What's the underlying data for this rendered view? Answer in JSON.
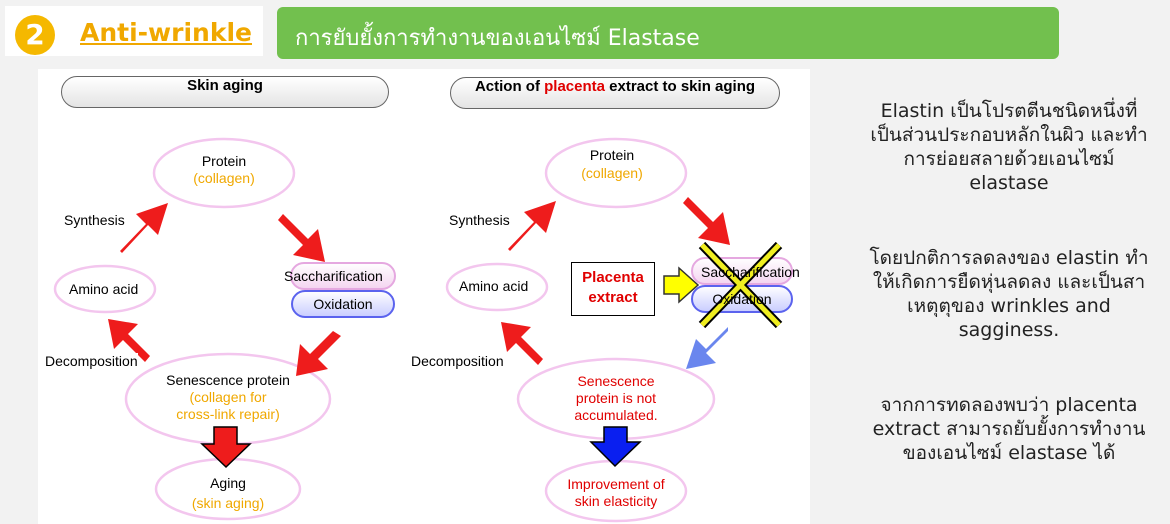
{
  "badge": {
    "number": "2",
    "title": "Anti-wrinkle"
  },
  "topic": "การยับยั้งการทำงานของเอนไซม์ Elastase",
  "left_diagram": {
    "header": "Skin aging",
    "protein": "Protein",
    "protein_sub": "(collagen)",
    "synthesis": "Synthesis",
    "amino_acid": "Amino acid",
    "saccharification": "Saccharification",
    "oxidation": "Oxidation",
    "decomposition": "Decomposition",
    "senescence": "Senescence protein",
    "senescence_sub1": "(collagen for",
    "senescence_sub2": "cross-link repair)",
    "aging": "Aging",
    "aging_sub": "(skin aging)"
  },
  "right_diagram": {
    "header_pre": "Action of ",
    "header_red": "placenta",
    "header_post": " extract to skin aging",
    "protein": "Protein",
    "protein_sub": "(collagen)",
    "synthesis": "Synthesis",
    "amino_acid": "Amino acid",
    "placenta_line1": "Placenta",
    "placenta_line2": "extract",
    "saccharification": "Saccharification",
    "oxidation": "Oxidation",
    "decomposition": "Decomposition",
    "senescence1": "Senescence",
    "senescence2": "protein is not",
    "senescence3": "accumulated.",
    "improvement1": "Improvement of",
    "improvement2": "skin elasticity"
  },
  "description": {
    "p1": [
      "Elastin เป็นโปรตตีนชนิดหนึ่งที่",
      "เป็นส่วนประกอบหลักในผิว และทำ",
      "การย่อยสลายด้วยเอนไซม์",
      "elastase"
    ],
    "p2": [
      "โดยปกติการลดลงของ elastin ทำ",
      "ให้เกิดการยืดหุ่นลดลง และเป็นสา",
      "เหตุตุของ wrinkles and",
      "sagginess."
    ],
    "p3": [
      "จากการทดลองพบว่า placenta",
      "extract สามารถยับยั้งการทำงาน",
      "ของเอนไซม์ elastase ได้"
    ]
  },
  "colors": {
    "accent_orange": "#f0a800",
    "topic_green": "#72c04e",
    "arrow_red": "#ee1c1c",
    "arrow_blue": "#6a86ee",
    "arrow_yellow": "#ffff00"
  }
}
